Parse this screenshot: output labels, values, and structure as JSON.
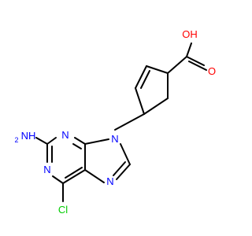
{
  "molecule": {
    "atom_labels": {
      "hydroxyl": "OH",
      "carbonyl_oxygen": "O",
      "amino": "NH",
      "amino_h_count": "2",
      "n1": "N",
      "n3": "N",
      "n7": "N",
      "n9": "N",
      "chlorine": "Cl"
    },
    "colors": {
      "bond": "#000000",
      "oxygen": "#ff0000",
      "nitrogen": "#0000ff",
      "chlorine": "#00cc00"
    }
  }
}
